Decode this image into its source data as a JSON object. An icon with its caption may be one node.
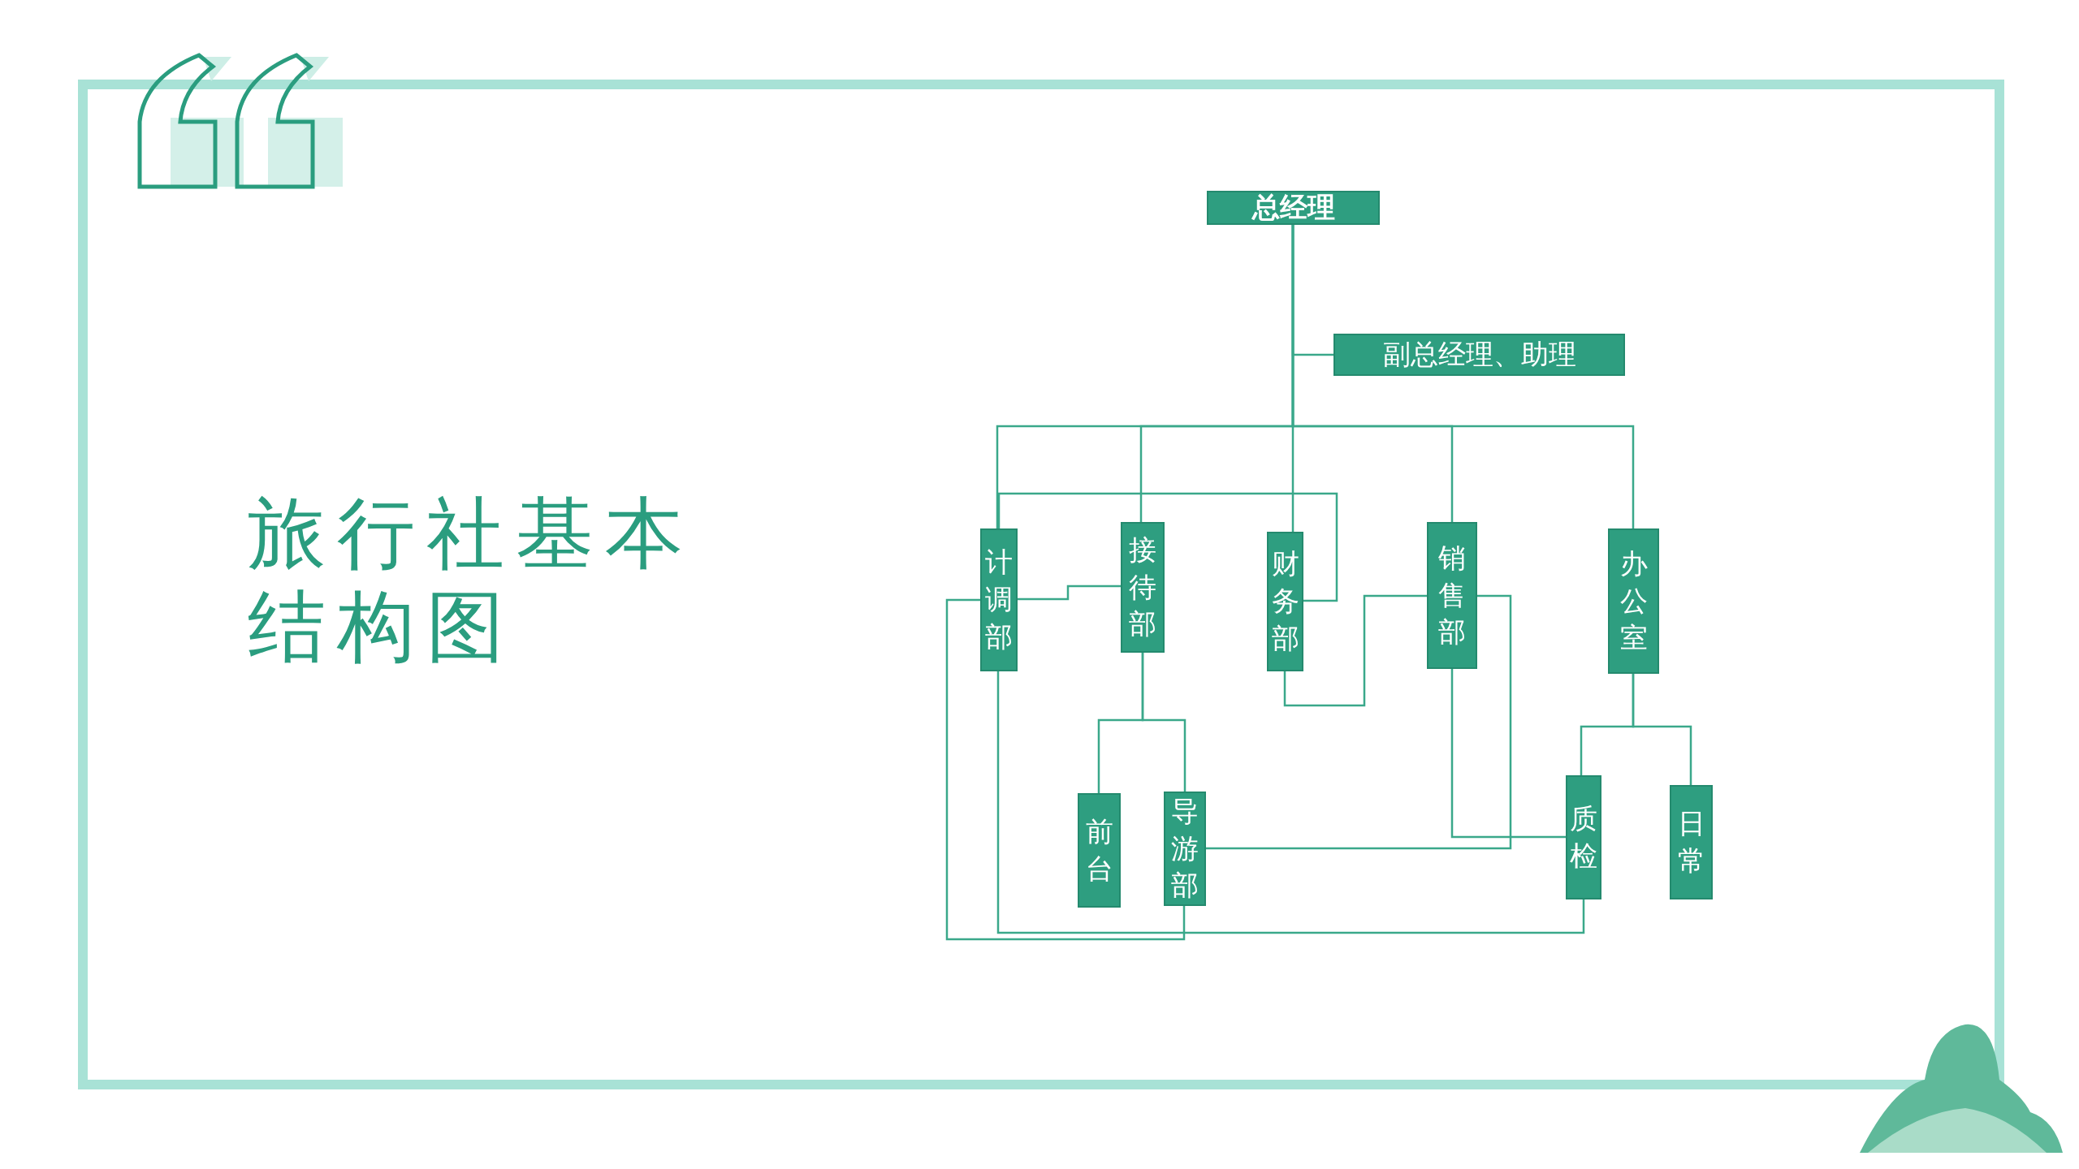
{
  "diagram": {
    "title": "旅行社基本结构图",
    "nodes": [
      {
        "text": [
          "总经理"
        ]
      },
      {
        "text": [
          "副总经理、助理"
        ]
      },
      {
        "text": [
          "计调部"
        ]
      },
      {
        "text": [
          "接待部"
        ]
      },
      {
        "text": [
          "财务部"
        ]
      },
      {
        "text": [
          "销售部"
        ]
      },
      {
        "text": [
          "办公室"
        ]
      },
      {
        "text": [
          "前台"
        ]
      },
      {
        "text": [
          "导游部"
        ]
      },
      {
        "text": [
          "质检"
        ]
      },
      {
        "text": [
          "日常"
        ]
      }
    ],
    "edges": [
      {
        "from": 0,
        "to": 1,
        "arrow": "none"
      },
      {
        "from": 0,
        "to": 2,
        "arrow": "none"
      },
      {
        "from": 0,
        "to": 3,
        "arrow": "none"
      },
      {
        "from": 0,
        "to": 4,
        "arrow": "none"
      },
      {
        "from": 0,
        "to": 5,
        "arrow": "none"
      },
      {
        "from": 0,
        "to": 6,
        "arrow": "none"
      },
      {
        "from": 2,
        "to": 4,
        "arrow": "none"
      },
      {
        "from": 2,
        "to": 3,
        "arrow": "none"
      },
      {
        "from": 3,
        "to": 7,
        "arrow": "none"
      },
      {
        "from": 3,
        "to": 8,
        "arrow": "none"
      },
      {
        "from": 4,
        "to": 5,
        "arrow": "none"
      },
      {
        "from": 5,
        "to": 9,
        "arrow": "none"
      },
      {
        "from": 5,
        "to": 8,
        "arrow": "none"
      },
      {
        "from": 6,
        "to": 9,
        "arrow": "none"
      },
      {
        "from": 6,
        "to": 10,
        "arrow": "none"
      },
      {
        "from": 2,
        "to": 9,
        "arrow": "none"
      },
      {
        "from": 2,
        "to": 8,
        "arrow": "none"
      }
    ]
  }
}
